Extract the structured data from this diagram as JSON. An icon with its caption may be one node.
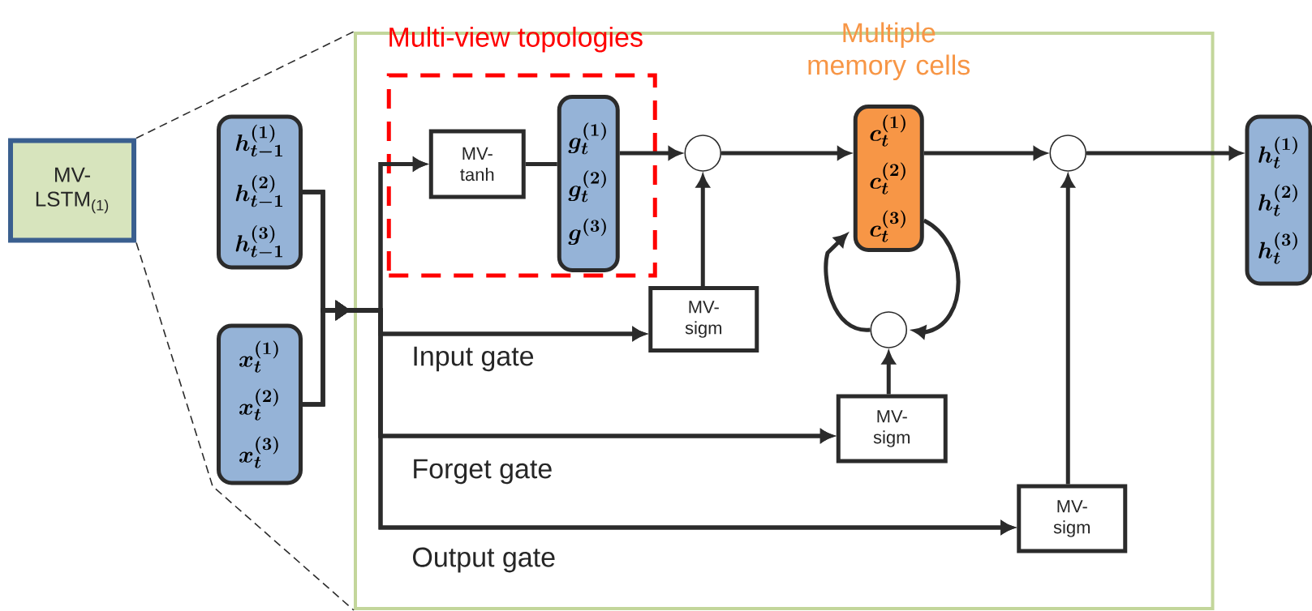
{
  "diagram": {
    "nodes": [
      {
        "text": [
          "MV- LSTM$_{(1)}$"
        ]
      },
      {
        "text": [],
        "shape": "box"
      },
      {
        "text": [
          "h_{t-1}^{(1)}",
          "h_{t-1}^{(2)}",
          "h_{t-1}^{(3)}"
        ]
      },
      {
        "text": [
          "x_t^{(1)}",
          "x_t^{(2)}",
          "x_t^{(3)}"
        ]
      },
      {
        "text": [
          "Multi-view topologies"
        ],
        "in": 1
      },
      {
        "text": [
          "MV- tanh"
        ],
        "in": 4
      },
      {
        "text": [
          "g_t^{(1)}",
          "g_t^{(2)}",
          "g^{(3)}"
        ],
        "in": 4
      },
      {
        "text": [],
        "shape": "circle",
        "in": 1
      },
      {
        "text": [
          "c_t^{(1)}",
          "c_t^{(2)}",
          "c_t^{(3)}"
        ],
        "beside": [
          "Multiple memory cells"
        ],
        "in": 1
      },
      {
        "text": [],
        "shape": "circle",
        "in": 1
      },
      {
        "text": [
          "h_t^{(1)}",
          "h_t^{(2)}",
          "h_t^{(3)}"
        ]
      },
      {
        "text": [
          "MV- sigm"
        ],
        "in": 1
      },
      {
        "text": [],
        "shape": "circle",
        "in": 1
      },
      {
        "text": [
          "MV- sigm"
        ],
        "in": 1
      },
      {
        "text": [
          "MV- sigm"
        ],
        "in": 1
      }
    ],
    "edges": [
      {
        "from": 0,
        "to": 1,
        "arrow": "none",
        "style": "dashed"
      },
      {
        "from": 0,
        "to": 1,
        "arrow": "none",
        "style": "dashed"
      },
      {
        "from": 2,
        "to": 5,
        "arrow": "to"
      },
      {
        "from": 2,
        "to": 11,
        "arrow": "to"
      },
      {
        "from": 2,
        "to": 13,
        "arrow": "to"
      },
      {
        "from": 2,
        "to": 14,
        "arrow": "to"
      },
      {
        "from": 3,
        "to": 5,
        "arrow": "to"
      },
      {
        "from": 3,
        "to": 11,
        "arrow": "to"
      },
      {
        "from": 3,
        "to": 13,
        "arrow": "to"
      },
      {
        "from": 3,
        "to": 14,
        "arrow": "to"
      },
      {
        "from": 5,
        "to": 6,
        "arrow": "none"
      },
      {
        "from": 6,
        "to": 7,
        "arrow": "to"
      },
      {
        "from": 11,
        "to": 7,
        "arrow": "to"
      },
      {
        "from": 7,
        "to": 8,
        "arrow": "to"
      },
      {
        "from": 8,
        "to": 9,
        "arrow": "to"
      },
      {
        "from": 9,
        "to": 10,
        "arrow": "to"
      },
      {
        "from": 14,
        "to": 9,
        "arrow": "to"
      },
      {
        "from": 13,
        "to": 12,
        "arrow": "to"
      },
      {
        "from": 12,
        "to": 8,
        "arrow": "to"
      },
      {
        "from": 8,
        "to": 12,
        "arrow": "to"
      }
    ],
    "labels": [
      "Input gate",
      "Forget gate",
      "Output gate"
    ]
  }
}
